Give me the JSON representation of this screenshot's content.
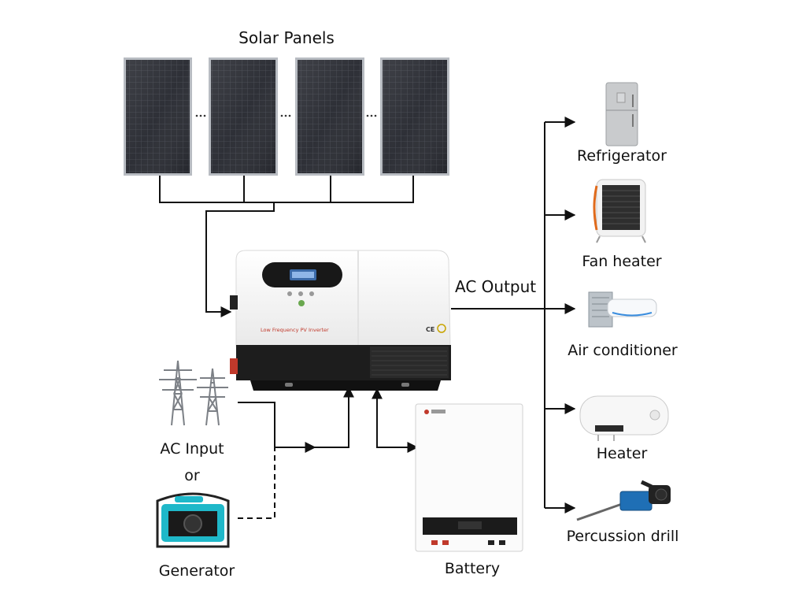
{
  "title": "Solar Panels",
  "inverter": {
    "model_text": "Low Frequency PV Inverter",
    "mark_ce": "CE"
  },
  "labels": {
    "ac_output": "AC Output",
    "ac_input": "AC Input",
    "or": "or",
    "generator": "Generator",
    "battery": "Battery"
  },
  "loads": [
    {
      "name": "Refrigerator",
      "icon": "refrigerator-icon"
    },
    {
      "name": "Fan heater",
      "icon": "fan-heater-icon"
    },
    {
      "name": "Air conditioner",
      "icon": "air-conditioner-icon"
    },
    {
      "name": "Heater",
      "icon": "water-heater-icon"
    },
    {
      "name": "Percussion drill",
      "icon": "percussion-drill-icon"
    }
  ],
  "colors": {
    "line": "#111111",
    "panel_cell": "#2a2c33",
    "panel_frame": "#9aa0a6",
    "inverter_white": "#f6f6f6",
    "inverter_dark": "#1d1d1d",
    "accent_red": "#c0392b",
    "generator_teal": "#1fb8c9"
  }
}
